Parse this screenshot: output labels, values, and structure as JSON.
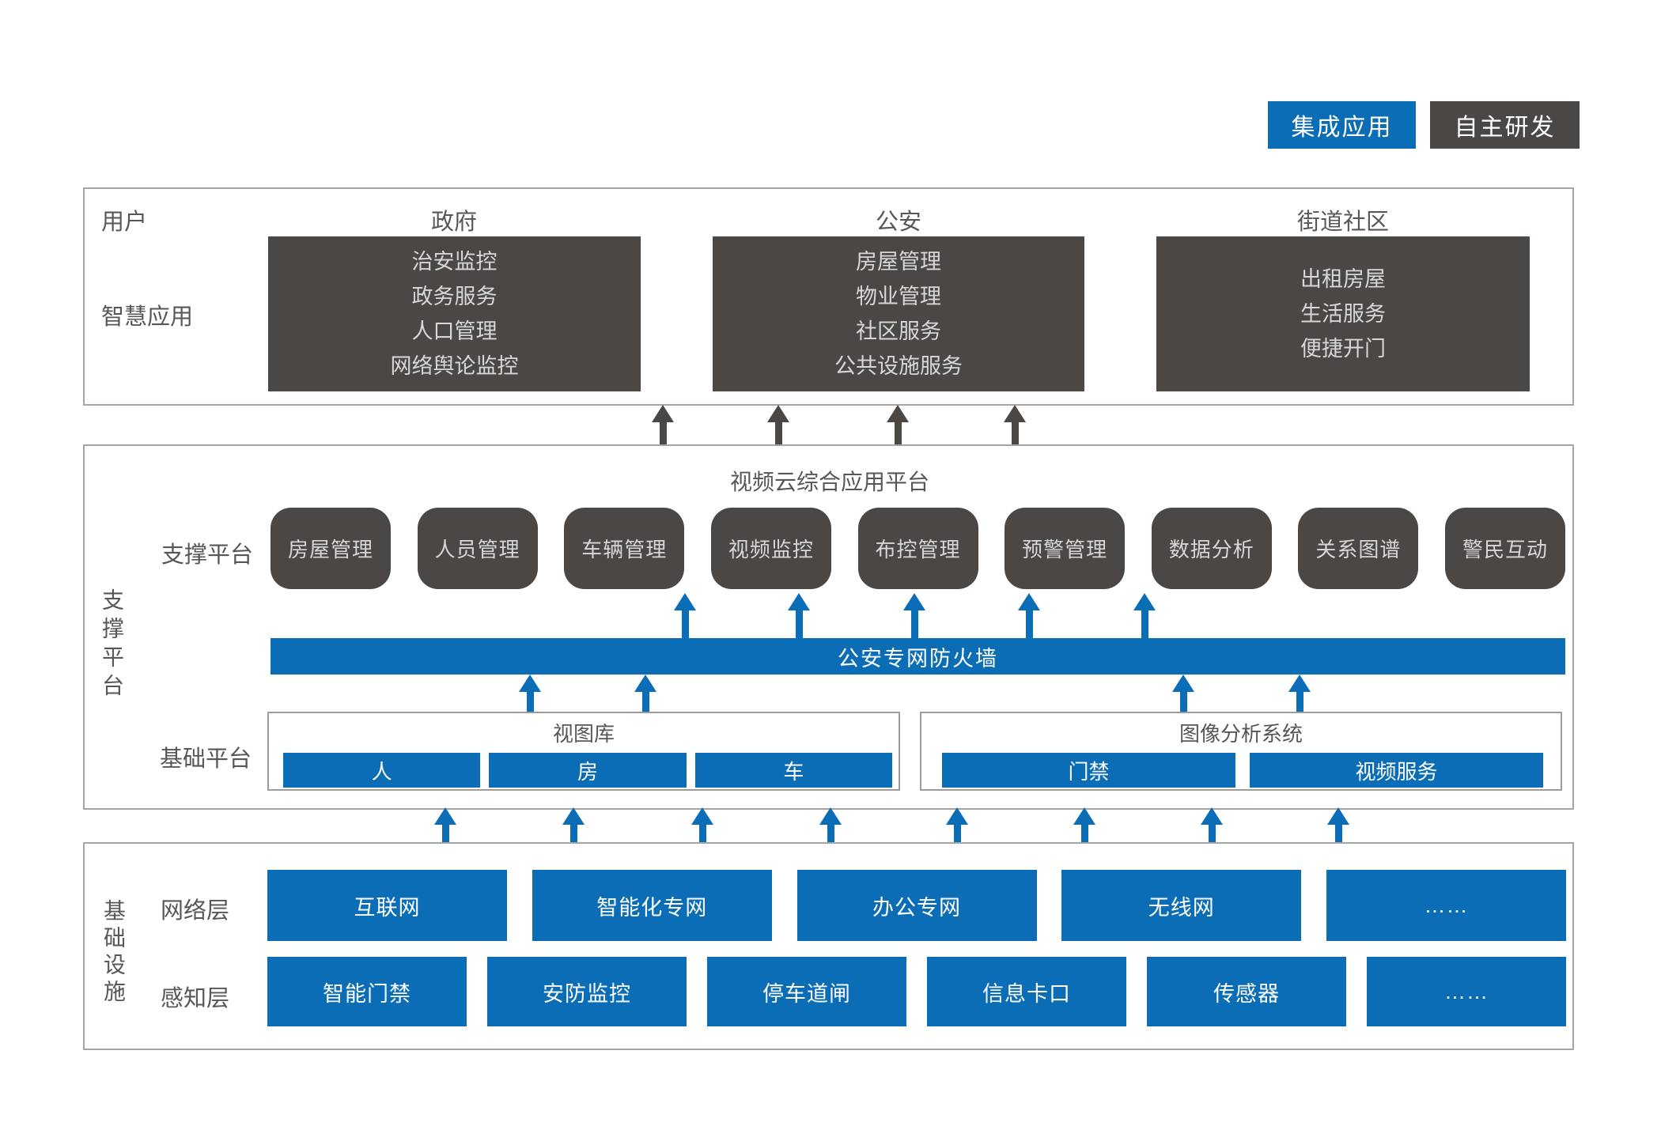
{
  "legend": {
    "integrated": "集成应用",
    "self_developed": "自主研发"
  },
  "colors": {
    "accent_blue": "#0C6DB7",
    "dark_gray": "#4A4745",
    "section_border": "#A5A5A5"
  },
  "user_section": {
    "row_label_user": "用户",
    "row_label_apps": "智慧应用",
    "columns": [
      {
        "heading": "政府",
        "items": [
          "治安监控",
          "政务服务",
          "人口管理",
          "网络舆论监控"
        ]
      },
      {
        "heading": "公安",
        "items": [
          "房屋管理",
          "物业管理",
          "社区服务",
          "公共设施服务"
        ]
      },
      {
        "heading": "街道社区",
        "items": [
          "出租房屋",
          "生活服务",
          "便捷开门"
        ]
      }
    ]
  },
  "platform_section": {
    "side_label": "支撑平台",
    "title": "视频云综合应用平台",
    "support_row_label": "支撑平台",
    "support_boxes": [
      "房屋管理",
      "人员管理",
      "车辆管理",
      "视频监控",
      "布控管理",
      "预警管理",
      "数据分析",
      "关系图谱",
      "警民互动"
    ],
    "firewall_label": "公安专网防火墙",
    "base_row_label": "基础平台",
    "base_boxes": [
      {
        "title": "视图库",
        "items": [
          "人",
          "房",
          "车"
        ]
      },
      {
        "title": "图像分析系统",
        "items": [
          "门禁",
          "视频服务"
        ]
      }
    ]
  },
  "infra_section": {
    "side_label": "基础设施",
    "network_row": {
      "label": "网络层",
      "items": [
        "互联网",
        "智能化专网",
        "办公专网",
        "无线网",
        "……"
      ]
    },
    "perception_row": {
      "label": "感知层",
      "items": [
        "智能门禁",
        "安防监控",
        "停车道闸",
        "信息卡口",
        "传感器",
        "……"
      ]
    }
  }
}
